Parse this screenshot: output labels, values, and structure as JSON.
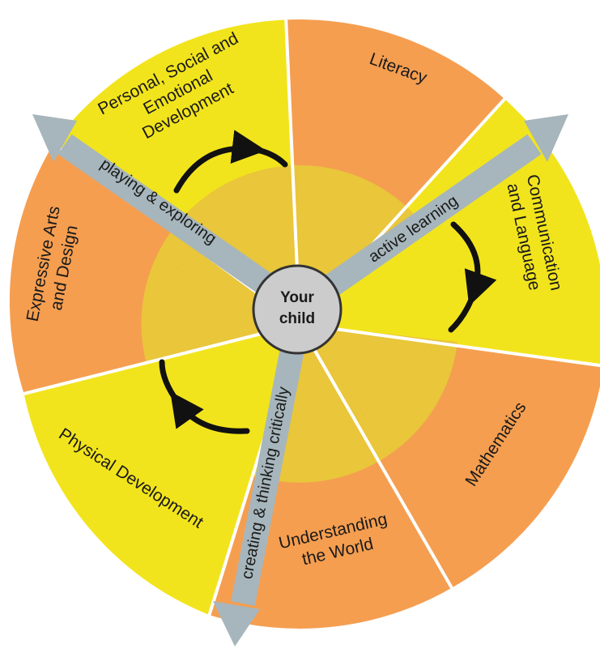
{
  "center": {
    "line1": "Your",
    "line2": "child"
  },
  "segments": {
    "personal": {
      "lines": [
        "Personal, Social and",
        "Emotional",
        "Development"
      ]
    },
    "literacy": {
      "lines": [
        "Literacy"
      ]
    },
    "communication": {
      "lines": [
        "Communication",
        "and Language"
      ]
    },
    "mathematics": {
      "lines": [
        "Mathematics"
      ]
    },
    "understanding": {
      "lines": [
        "Understanding",
        "the World"
      ]
    },
    "physical": {
      "lines": [
        "Physical Development"
      ]
    },
    "expressive": {
      "lines": [
        "Expressive Arts",
        "and Design"
      ]
    }
  },
  "arrows": {
    "playing": "playing & exploring",
    "active": "active learning",
    "creating": "creating & thinking critically"
  },
  "colors": {
    "yellow": "#F2E41C",
    "orange": "#F59E50",
    "inner": "#E9C63A",
    "arrow_band": "#A7B6BC",
    "center_fill": "#CCCCCC"
  }
}
